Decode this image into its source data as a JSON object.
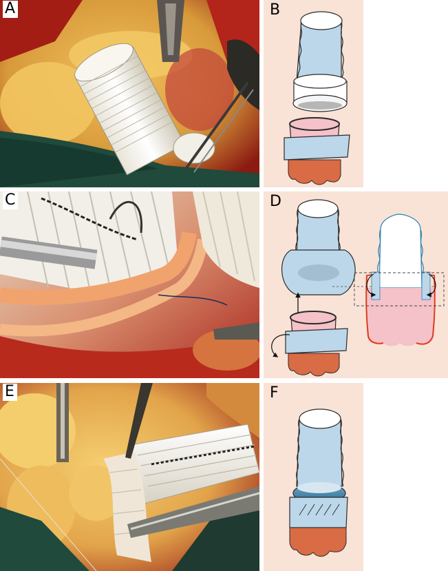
{
  "panels": [
    {
      "letter": "A",
      "kind": "photograph"
    },
    {
      "letter": "B",
      "kind": "diagram"
    },
    {
      "letter": "C",
      "kind": "photograph"
    },
    {
      "letter": "D",
      "kind": "diagram"
    },
    {
      "letter": "E",
      "kind": "photograph"
    },
    {
      "letter": "F",
      "kind": "diagram"
    }
  ],
  "colors": {
    "diagram_background": "#f9e2d6",
    "graft_blue": "#bcd7ea",
    "graft_outline": "#2a2a2a",
    "tissue_orange": "#d96b45",
    "root_pink": "#f4c2c8",
    "suture_red": "#e03a1e",
    "photo_surgical_drape": "#1f4a3c",
    "photo_tissue_yellow": "#e8b85a",
    "photo_blood_red": "#9c1c1c"
  }
}
